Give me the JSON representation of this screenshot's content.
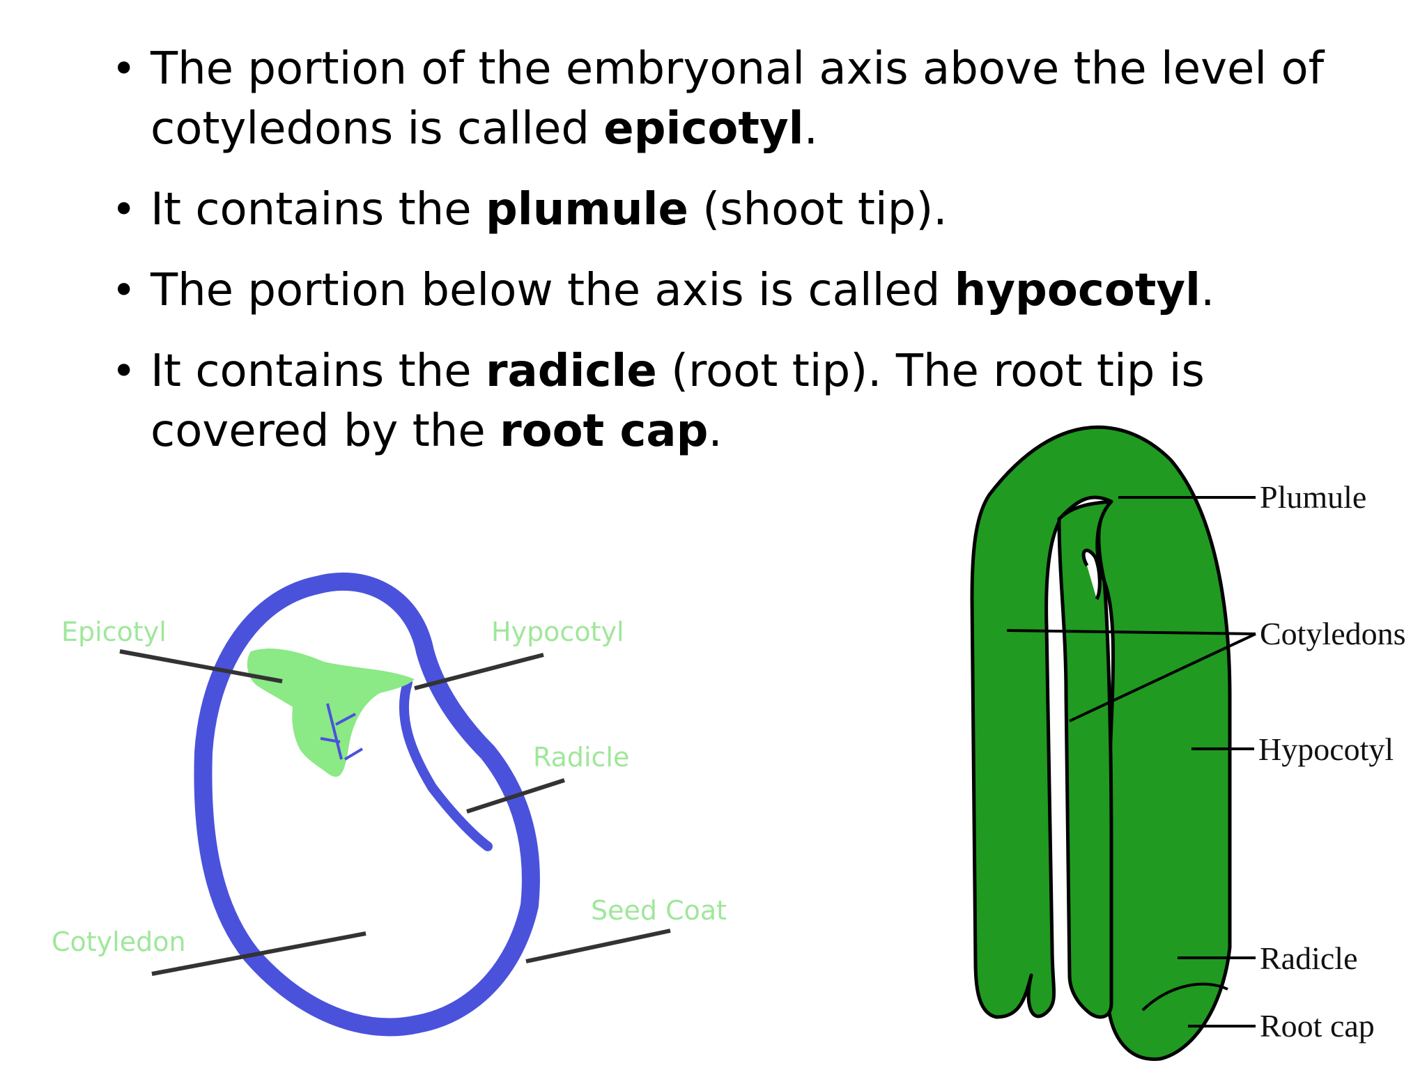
{
  "bullets": [
    {
      "pre": "The portion of the embryonal axis above the level of cotyledons is called ",
      "bold": "epicotyl",
      "post": "."
    },
    {
      "pre": "It contains the ",
      "bold": "plumule",
      "post": " (shoot tip)."
    },
    {
      "pre": "The portion below the axis is called ",
      "bold": "hypocotyl",
      "post": "."
    },
    {
      "pre": "It contains the ",
      "bold": "radicle",
      "post": " (root tip). The root tip is covered by the ",
      "bold2": "root cap",
      "post2": "."
    }
  ],
  "seed_diagram": {
    "labels": {
      "epicotyl": "Epicotyl",
      "hypocotyl": "Hypocotyl",
      "radicle": "Radicle",
      "seed_coat": "Seed Coat",
      "cotyledon": "Cotyledon"
    },
    "colors": {
      "coat": "#4a52dc",
      "embryo": "#8be986",
      "label": "#9fe79a",
      "line": "#333333"
    }
  },
  "embryo_diagram": {
    "labels": {
      "plumule": "Plumule",
      "cotyledons": "Cotyledons",
      "hypocotyl": "Hypocotyl",
      "radicle": "Radicle",
      "root_cap": "Root cap"
    },
    "colors": {
      "fill": "#209a20",
      "outline": "#000000"
    }
  }
}
